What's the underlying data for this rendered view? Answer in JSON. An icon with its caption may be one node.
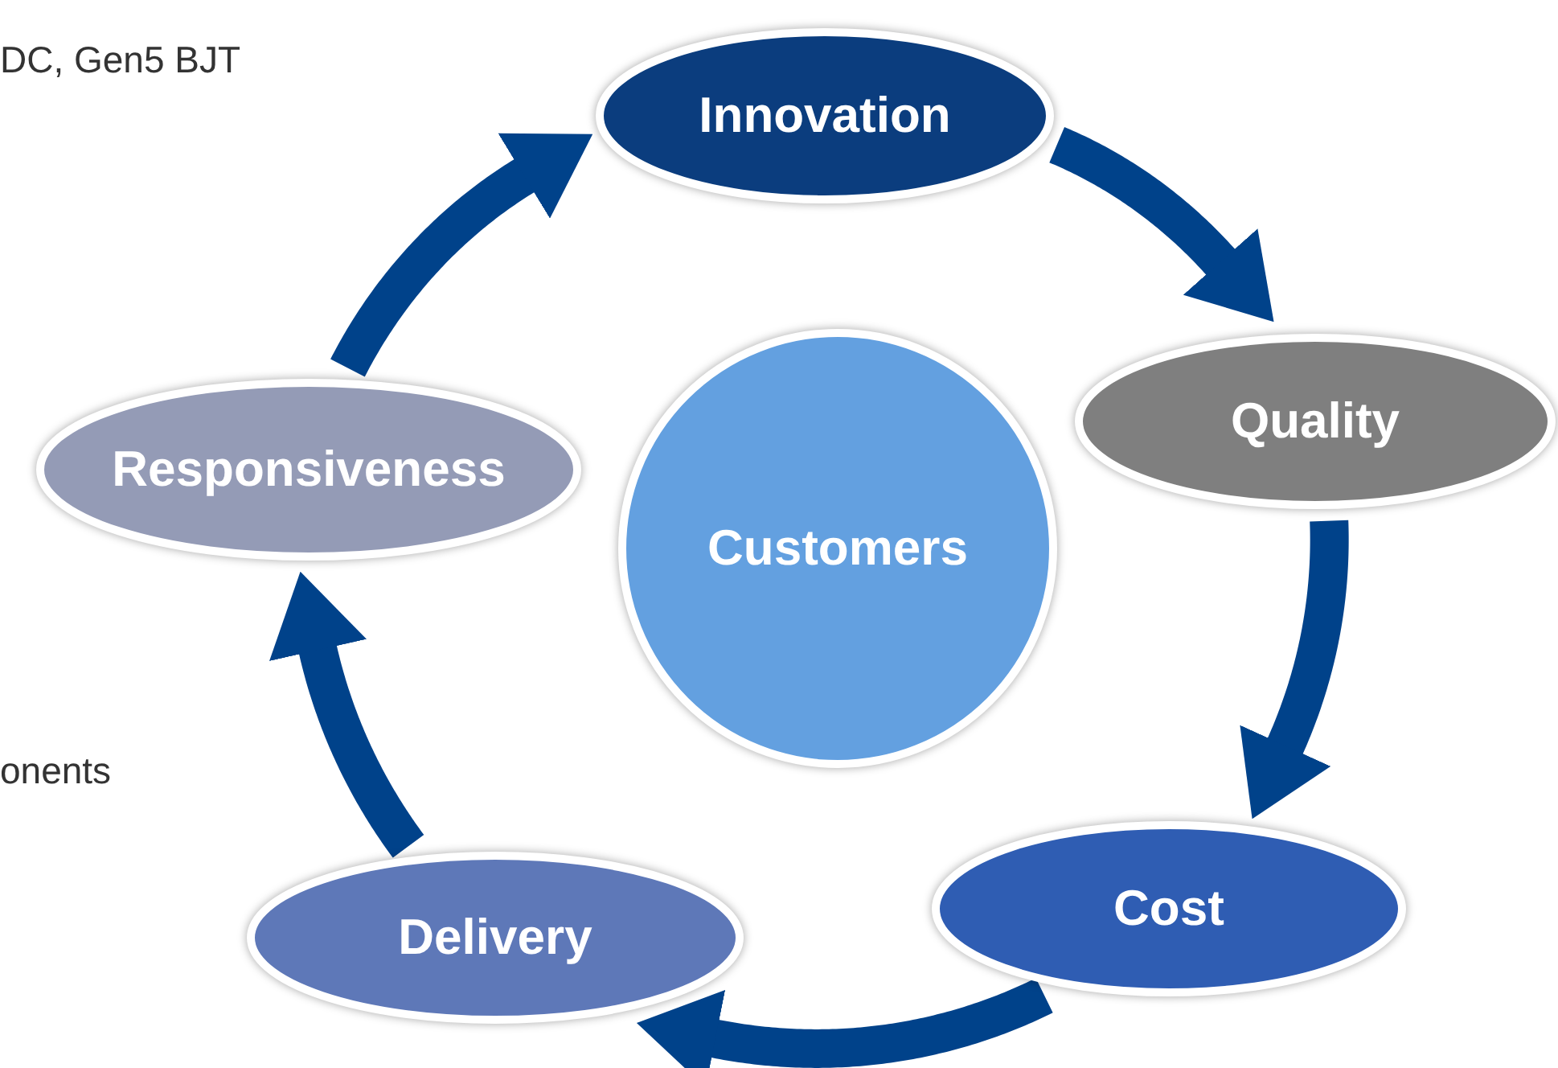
{
  "diagram": {
    "nodes": [
      {
        "text": [
          "Innovation"
        ]
      },
      {
        "text": [
          "Quality"
        ]
      },
      {
        "text": [
          "Cost"
        ]
      },
      {
        "text": [
          "Delivery"
        ]
      },
      {
        "text": [
          "Responsiveness"
        ]
      },
      {
        "text": [
          "Customers"
        ]
      }
    ],
    "edges": [
      {
        "from": 0,
        "to": 1,
        "arrow": "to"
      },
      {
        "from": 1,
        "to": 2,
        "arrow": "to"
      },
      {
        "from": 2,
        "to": 3,
        "arrow": "to"
      },
      {
        "from": 3,
        "to": 4,
        "arrow": "to"
      },
      {
        "from": 4,
        "to": 0,
        "arrow": "to"
      }
    ],
    "labels": [
      "DC, Gen5 BJT",
      "onents"
    ]
  }
}
